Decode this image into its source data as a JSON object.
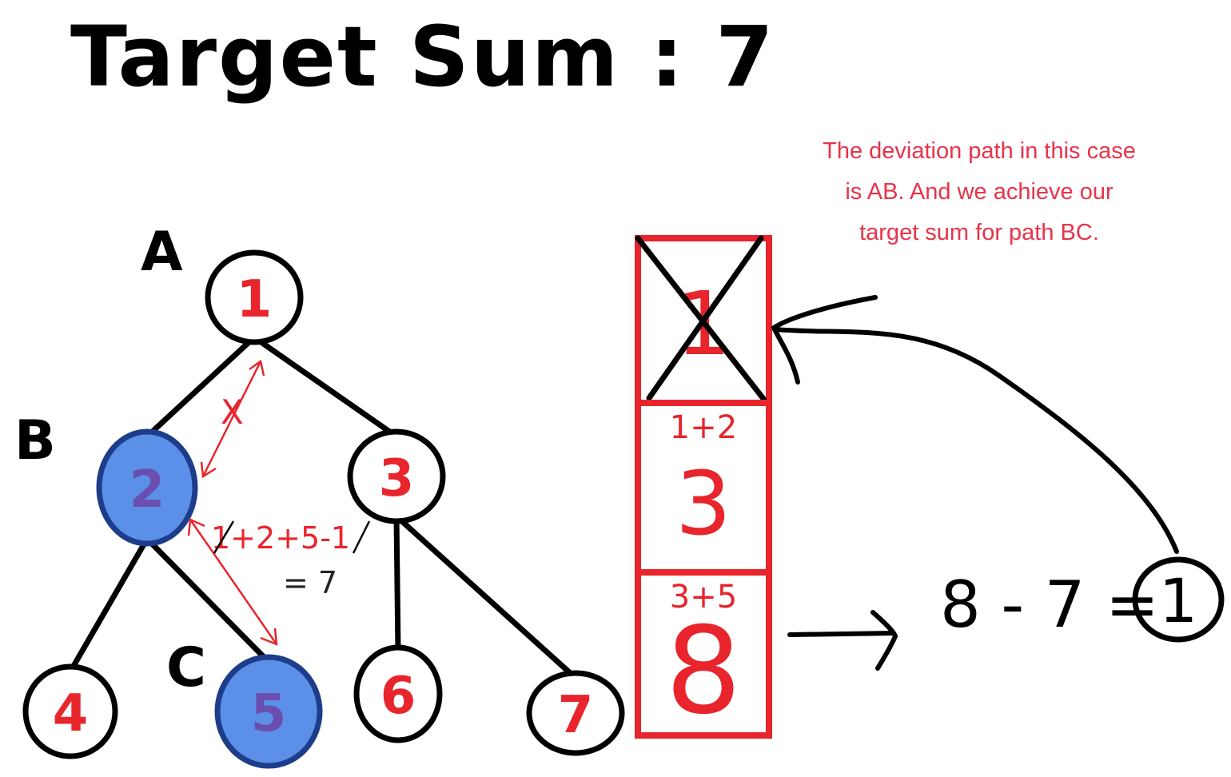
{
  "title": "Target Sum : 7",
  "note": {
    "line1": "The deviation path in this case",
    "line2": "is AB. And we achieve our",
    "line3": "target sum for path BC."
  },
  "tree": {
    "nodes": [
      {
        "id": "n1",
        "value": "1",
        "highlighted": false
      },
      {
        "id": "n2",
        "value": "2",
        "highlighted": true
      },
      {
        "id": "n3",
        "value": "3",
        "highlighted": false
      },
      {
        "id": "n4",
        "value": "4",
        "highlighted": false
      },
      {
        "id": "n5",
        "value": "5",
        "highlighted": true
      },
      {
        "id": "n6",
        "value": "6",
        "highlighted": false
      },
      {
        "id": "n7",
        "value": "7",
        "highlighted": false
      }
    ],
    "edges": [
      [
        "n1",
        "n2"
      ],
      [
        "n1",
        "n3"
      ],
      [
        "n2",
        "n4"
      ],
      [
        "n2",
        "n5"
      ],
      [
        "n3",
        "n6"
      ],
      [
        "n3",
        "n7"
      ]
    ],
    "labels": {
      "a": "A",
      "b": "B",
      "c": "C"
    }
  },
  "annotations": {
    "ab_arrow_mark": "X",
    "bc_formula": "1+2+5-1",
    "bc_result": "= 7"
  },
  "stack": {
    "cells": [
      {
        "value": "1",
        "note": "",
        "crossed": true
      },
      {
        "value": "3",
        "note": "1+2",
        "crossed": false
      },
      {
        "value": "8",
        "note": "3+5",
        "crossed": false
      }
    ]
  },
  "calc": {
    "expression": "8 - 7 =",
    "result": "1"
  },
  "colors": {
    "ink": "#000000",
    "red": "#e8252c",
    "note_red": "#e8334a",
    "highlight_blue": "#5b8fe8",
    "highlight_text": "#6a4fb0"
  }
}
